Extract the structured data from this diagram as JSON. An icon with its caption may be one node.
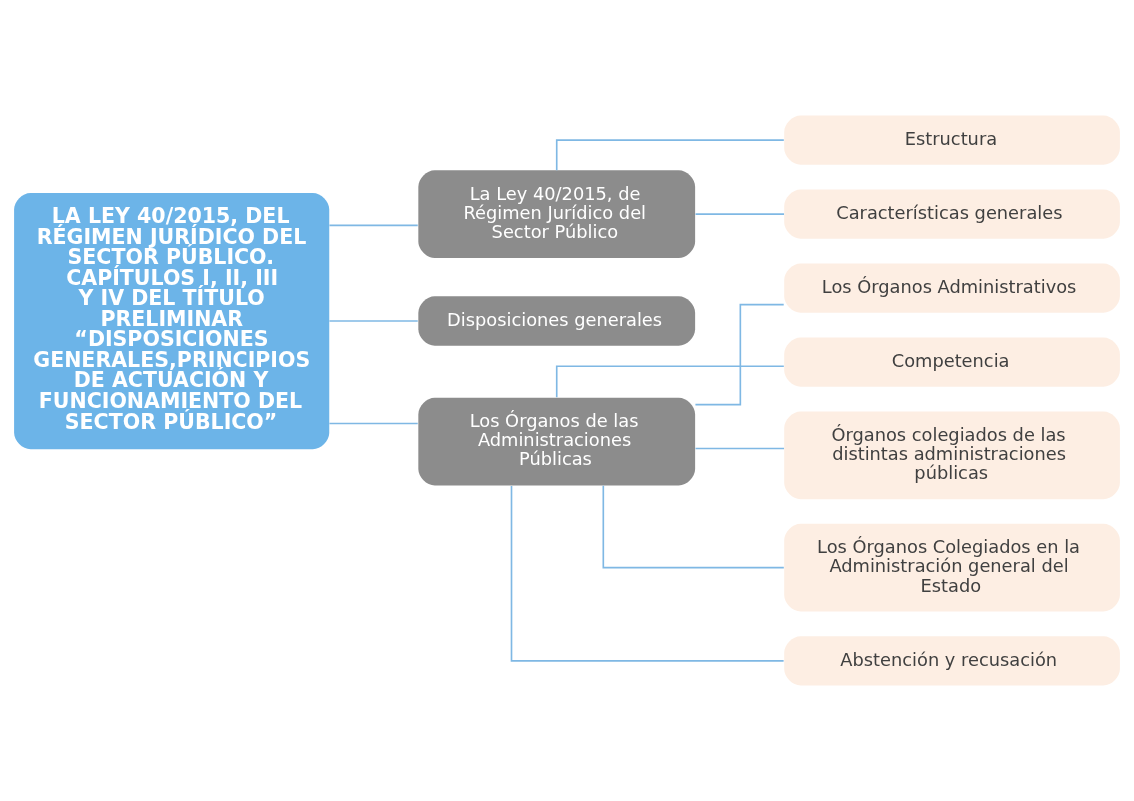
{
  "diagram": {
    "nodes": [
      {
        "text": [
          "LA LEY 40/2015, DEL RÉGIMEN JURÍDICO DEL SECTOR PÚBLICO. CAPÍTULOS I, II, III Y IV DEL TÍTULO PRELIMINAR “DISPOSICIONES GENERALES,PRINCIPIOS DE ACTUACIÓN Y FUNCIONAMIENTO DEL SECTOR PÚBLICO”"
        ]
      },
      {
        "text": [
          "La Ley 40/2015, de Régimen Jurídico del Sector Público"
        ]
      },
      {
        "text": [
          "Disposiciones generales"
        ]
      },
      {
        "text": [
          "Los Órganos de las Administraciones Públicas"
        ]
      },
      {
        "text": [
          "Estructura"
        ]
      },
      {
        "text": [
          "Características generales"
        ]
      },
      {
        "text": [
          "Los Órganos Administrativos"
        ]
      },
      {
        "text": [
          "Competencia"
        ]
      },
      {
        "text": [
          "Órganos colegiados de las distintas administraciones públicas"
        ]
      },
      {
        "text": [
          "Los Órganos Colegiados en la Administración general del Estado"
        ]
      },
      {
        "text": [
          "Abstención y recusación"
        ]
      }
    ],
    "edges": [
      {
        "from": 0,
        "to": 1,
        "arrow": "none"
      },
      {
        "from": 0,
        "to": 2,
        "arrow": "none"
      },
      {
        "from": 0,
        "to": 3,
        "arrow": "none"
      },
      {
        "from": 1,
        "to": 4,
        "arrow": "none"
      },
      {
        "from": 1,
        "to": 5,
        "arrow": "none"
      },
      {
        "from": 3,
        "to": 6,
        "arrow": "none"
      },
      {
        "from": 3,
        "to": 7,
        "arrow": "none"
      },
      {
        "from": 3,
        "to": 8,
        "arrow": "none"
      },
      {
        "from": 3,
        "to": 9,
        "arrow": "none"
      },
      {
        "from": 3,
        "to": 10,
        "arrow": "none"
      }
    ]
  }
}
